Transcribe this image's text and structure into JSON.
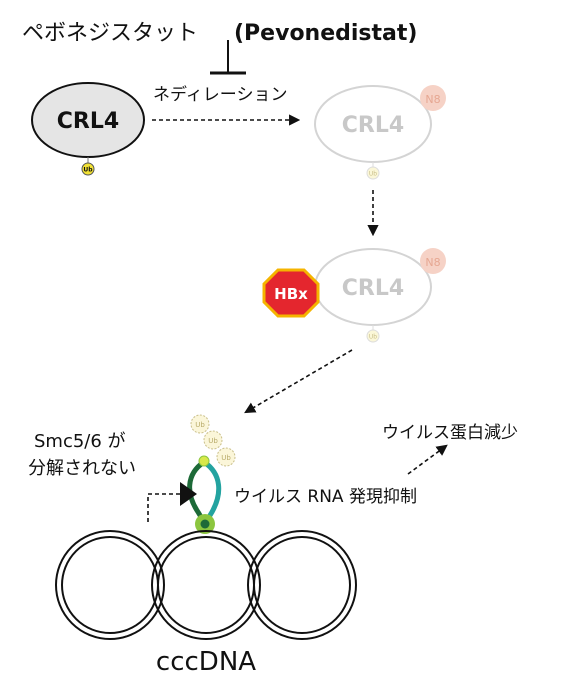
{
  "drug": {
    "name_jp": "ペボネジスタット",
    "name_en": "(Pevonedistat)",
    "label": "ネディレーション"
  },
  "complexes": {
    "crl4_active": "CRL4",
    "crl4_neddylated": "CRL4",
    "crl4_hbx": "CRL4",
    "n8_badge": "N8",
    "hbx_badge": "HBx",
    "ub_tag": "Ub"
  },
  "smc": {
    "line1": "Smc5/6 が",
    "line2": "分解されない"
  },
  "outcomes": {
    "transcription": "ウイルス RNA 発現抑制",
    "protein": "ウイルス蛋白減少"
  },
  "dna": {
    "label": "cccDNA"
  },
  "colors": {
    "crl4_active_fill": "#e5e5e5",
    "faded_outline": "#d4d4d4",
    "faded_text": "#c8c8c8",
    "n8_fill": "#f6d2c6",
    "n8_text": "#e6a792",
    "hbx_fill": "#e4262e",
    "hbx_border": "#f5b400",
    "ub_yellow": "#f2e233",
    "smc_dark_green": "#1d6a38",
    "smc_teal": "#23a3a0",
    "hinge_green": "#8cc63f"
  }
}
